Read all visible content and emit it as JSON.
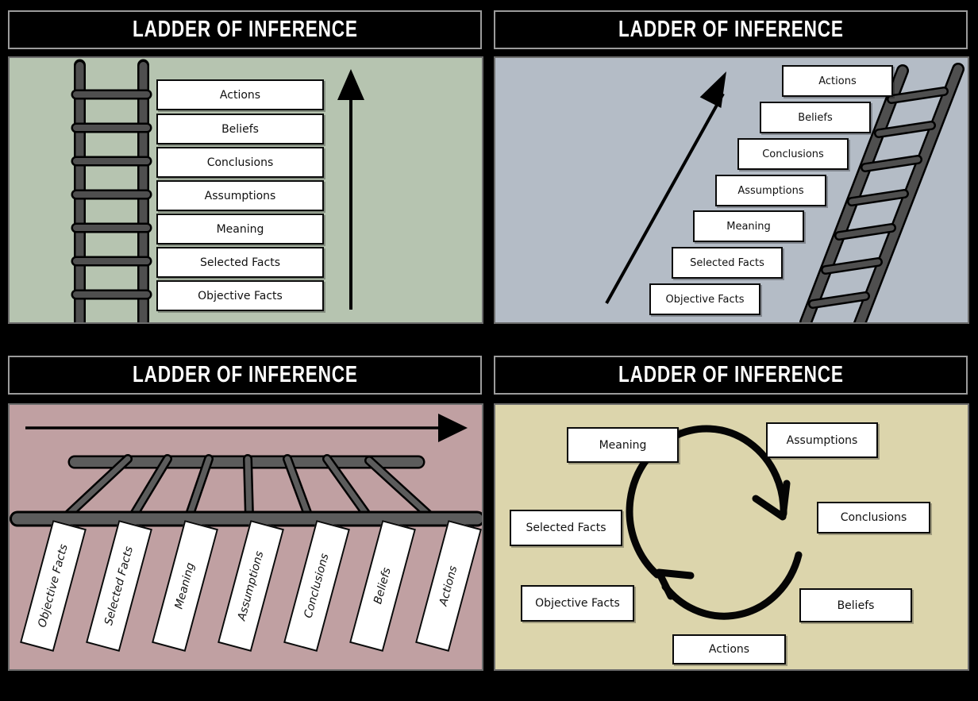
{
  "title": "LADDER OF INFERENCE",
  "colors": {
    "page_bg": "#000000",
    "header_bg": "#000000",
    "header_border": "#9b9b9b",
    "header_text": "#ffffff",
    "panel_stacked_bg": "#b6c4b0",
    "panel_staircase_bg": "#b4bcc6",
    "panel_horizontal_bg": "#c0a0a2",
    "panel_cycle_bg": "#dcd5ac",
    "box_bg": "#ffffff",
    "box_border": "#0a0a0a",
    "ladder_fill": "#4f4f4f",
    "arrow_color": "#000000"
  },
  "panels": [
    {
      "name": "stacked-ladder",
      "title": "LADDER OF INFERENCE",
      "graphics": [
        "vertical-ladder",
        "up-arrow"
      ],
      "boxes": [
        "Actions",
        "Beliefs",
        "Conclusions",
        "Assumptions",
        "Meaning",
        "Selected Facts",
        "Objective Facts"
      ]
    },
    {
      "name": "staircase-ladder",
      "title": "LADDER OF INFERENCE",
      "graphics": [
        "diagonal-up-arrow",
        "tilted-ladder"
      ],
      "boxes": [
        "Actions",
        "Beliefs",
        "Conclusions",
        "Assumptions",
        "Meaning",
        "Selected Facts",
        "Objective Facts"
      ]
    },
    {
      "name": "horizontal-ladder",
      "title": "LADDER OF INFERENCE",
      "graphics": [
        "right-arrow",
        "horizontal-perspective-ladder"
      ],
      "boxes": [
        "Objective Facts",
        "Selected Facts",
        "Meaning",
        "Assumptions",
        "Conclusions",
        "Beliefs",
        "Actions"
      ]
    },
    {
      "name": "cycle",
      "title": "LADDER OF INFERENCE",
      "graphics": [
        "clockwise-cycle-arrows"
      ],
      "boxes": {
        "top_left": "Meaning",
        "top_right": "Assumptions",
        "mid_left": "Selected Facts",
        "mid_right": "Conclusions",
        "bottom_left": "Objective Facts",
        "bottom_right": "Beliefs",
        "bottom_center": "Actions"
      }
    }
  ]
}
